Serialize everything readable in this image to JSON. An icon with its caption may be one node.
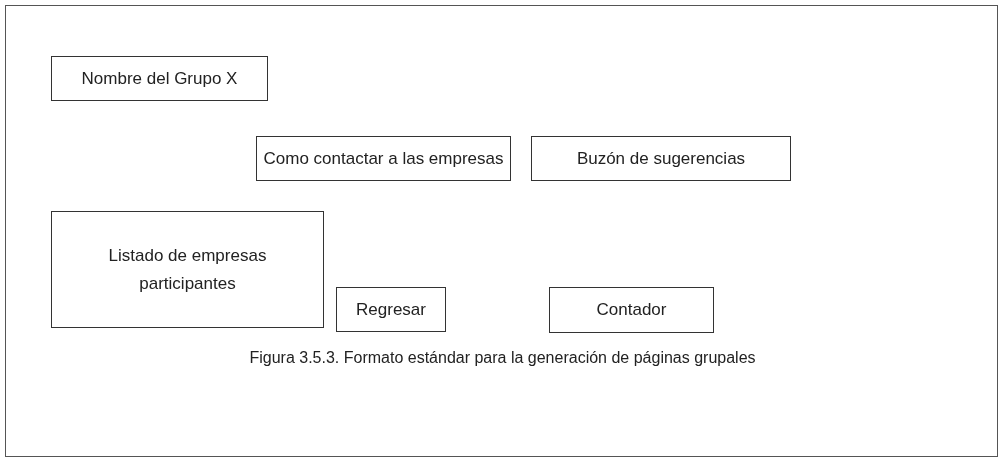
{
  "diagram": {
    "caption": "Figura 3.5.3. Formato estándar para la generación de páginas grupales",
    "nodes": [
      {
        "text": [
          "Nombre del Grupo X"
        ]
      },
      {
        "text": [
          "Como contactar a las empresas"
        ]
      },
      {
        "text": [
          "Buzón de sugerencias"
        ]
      },
      {
        "text": [
          "Listado de empresas participantes"
        ]
      },
      {
        "text": [
          "Regresar"
        ]
      },
      {
        "text": [
          "Contador"
        ]
      }
    ]
  }
}
